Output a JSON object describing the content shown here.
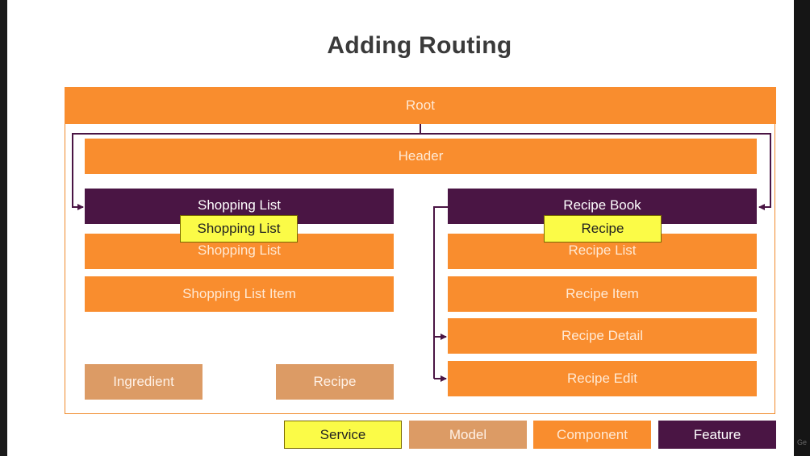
{
  "title": "Adding Routing",
  "watermark": "Ge",
  "diagram": {
    "root": "Root",
    "header": "Header",
    "shopping_feature": "Shopping List",
    "shopping_service": "Shopping List",
    "shopping_list": "Shopping List",
    "shopping_list_item": "Shopping List Item",
    "ingredient_model": "Ingredient",
    "recipe_model": "Recipe",
    "recipe_feature": "Recipe Book",
    "recipe_service": "Recipe",
    "recipe_list": "Recipe List",
    "recipe_item": "Recipe Item",
    "recipe_detail": "Recipe Detail",
    "recipe_edit": "Recipe Edit"
  },
  "legend": {
    "service": "Service",
    "model": "Model",
    "component": "Component",
    "feature": "Feature"
  },
  "colors": {
    "component": "#f98d2e",
    "feature": "#4a1544",
    "model": "#dc9b65",
    "service": "#fbfb47"
  }
}
